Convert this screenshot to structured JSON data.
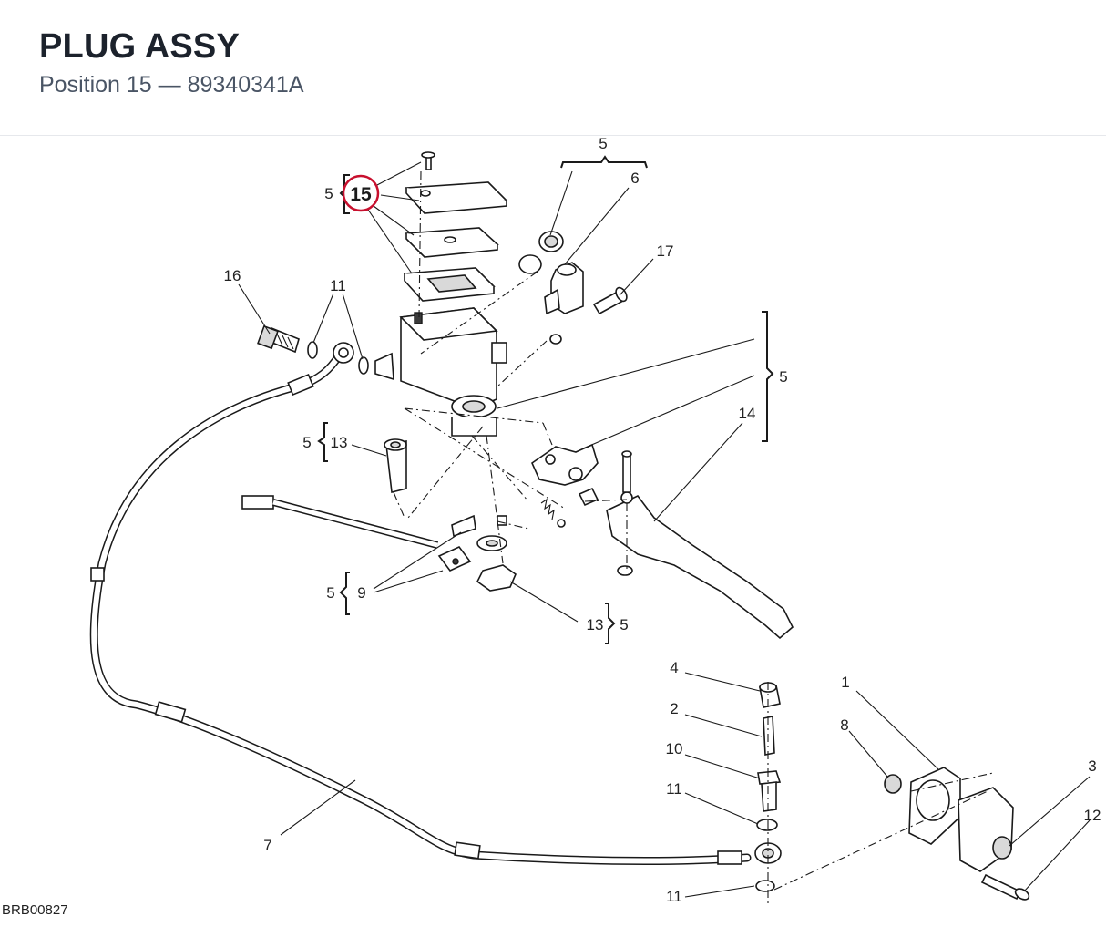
{
  "header": {
    "title": "PLUG ASSY",
    "subtitle": "Position 15 — 89340341A"
  },
  "highlight": {
    "position": "15",
    "color": "#c8102e"
  },
  "callouts": {
    "c5_top": "5",
    "c5_tl": "5",
    "c6": "6",
    "c17": "17",
    "c16": "16",
    "c11_top": "11",
    "c5_right": "5",
    "c14": "14",
    "c5_13": "5",
    "c13_top": "13",
    "c5_9": "5",
    "c9": "9",
    "c13_bot": "13",
    "c5_bot": "5",
    "c4": "4",
    "c2": "2",
    "c10": "10",
    "c11_mid": "11",
    "c11_bot": "11",
    "c1": "1",
    "c8": "8",
    "c3": "3",
    "c12": "12",
    "c7": "7"
  },
  "drawing_code": "BRB00827"
}
